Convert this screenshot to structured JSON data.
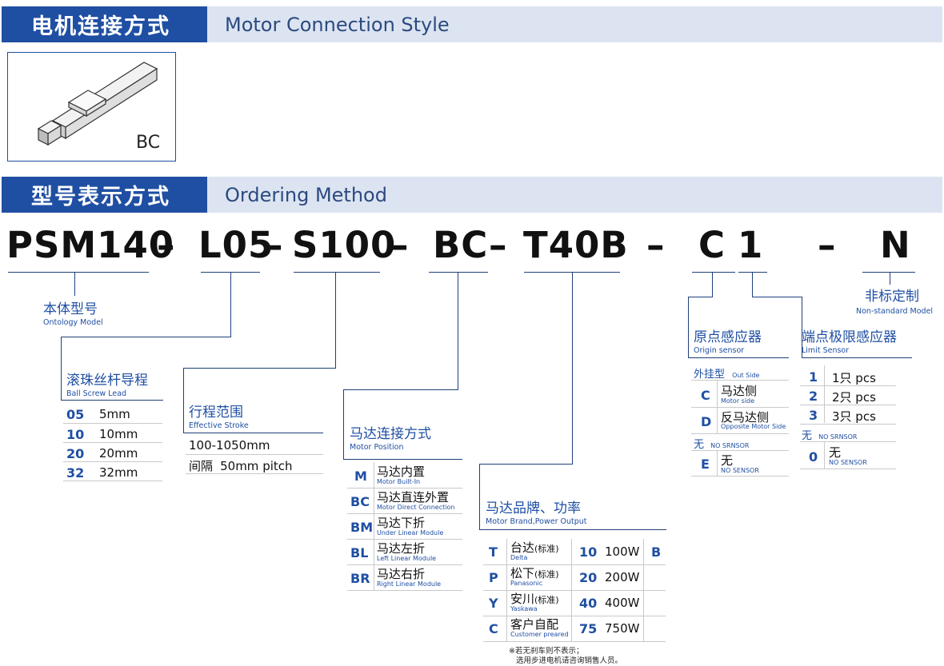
{
  "section1": {
    "title_cn": "电机连接方式",
    "title_en": "Motor Connection Style",
    "image_label": "BC"
  },
  "section2": {
    "title_cn": "型号表示方式",
    "title_en": "Ordering Method"
  },
  "model_code": {
    "p1": "PSM140",
    "d1": "–",
    "p2": "L05",
    "d2": "–",
    "p3": "S100",
    "d3": "–",
    "p4": "BC",
    "d4": "–",
    "p5": "T40B",
    "d5": "–",
    "p6": "C",
    "p7": "1",
    "d6": "–",
    "p8": "N"
  },
  "body_model": {
    "cn": "本体型号",
    "en": "Ontology Model"
  },
  "ball_screw": {
    "cn": "滚珠丝杆导程",
    "en": "Ball Screw Lead",
    "rows": [
      {
        "code": "05",
        "value": "5mm"
      },
      {
        "code": "10",
        "value": "10mm"
      },
      {
        "code": "20",
        "value": "20mm"
      },
      {
        "code": "32",
        "value": "32mm"
      }
    ]
  },
  "stroke": {
    "cn": "行程范围",
    "en": "Effective Stroke",
    "range": "100-1050mm",
    "interval_label": "间隔",
    "interval_value": "50mm pitch"
  },
  "motor_position": {
    "cn": "马达连接方式",
    "en": "Motor Position",
    "rows": [
      {
        "code": "M",
        "cn": "马达内置",
        "en": "Motor Built-In"
      },
      {
        "code": "BC",
        "cn": "马达直连外置",
        "en": "Motor Direct Connection"
      },
      {
        "code": "BM",
        "cn": "马达下折",
        "en": "Under Linear Module"
      },
      {
        "code": "BL",
        "cn": "马达左折",
        "en": "Left Linear Module"
      },
      {
        "code": "BR",
        "cn": "马达右折",
        "en": "Right Linear Module"
      }
    ]
  },
  "motor_brand": {
    "cn": "马达品牌、功率",
    "en": "Motor Brand,Power Output",
    "rows": [
      {
        "code": "T",
        "cn": "台达",
        "tag": "(标准)",
        "en": "Delta",
        "pcode": "10",
        "power": "100W"
      },
      {
        "code": "P",
        "cn": "松下",
        "tag": "(标准)",
        "en": "Panasonic",
        "pcode": "20",
        "power": "200W"
      },
      {
        "code": "Y",
        "cn": "安川",
        "tag": "(标准)",
        "en": "Yaskawa",
        "pcode": "40",
        "power": "400W"
      },
      {
        "code": "C",
        "cn": "客户自配",
        "tag": "",
        "en": "Customer preared",
        "pcode": "75",
        "power": "750W"
      }
    ],
    "brake_code": "B",
    "note1": "※若无刹车则不表示；",
    "note2": "选用步进电机请咨询销售人员。"
  },
  "origin_sensor": {
    "cn": "原点感应器",
    "en": "Origin sensor",
    "out_cn": "外挂型",
    "out_en": "Out Side",
    "rows": [
      {
        "code": "C",
        "cn": "马达侧",
        "en": "Motor side"
      },
      {
        "code": "D",
        "cn": "反马达侧",
        "en": "Opposite Motor Side"
      }
    ],
    "none_cn": "无",
    "none_en": "NO SRNSOR",
    "none_row": {
      "code": "E",
      "cn": "无",
      "en": "NO SENSOR"
    }
  },
  "limit_sensor": {
    "cn": "端点极限感应器",
    "en": "Limit Sensor",
    "rows": [
      {
        "code": "1",
        "value": "1只 pcs"
      },
      {
        "code": "2",
        "value": "2只 pcs"
      },
      {
        "code": "3",
        "value": "3只 pcs"
      }
    ],
    "none_cn": "无",
    "none_en": "NO SRNSOR",
    "none_row": {
      "code": "0",
      "cn": "无",
      "en": "NO SENSOR"
    }
  },
  "non_standard": {
    "cn": "非标定制",
    "en": "Non-standard Model"
  }
}
